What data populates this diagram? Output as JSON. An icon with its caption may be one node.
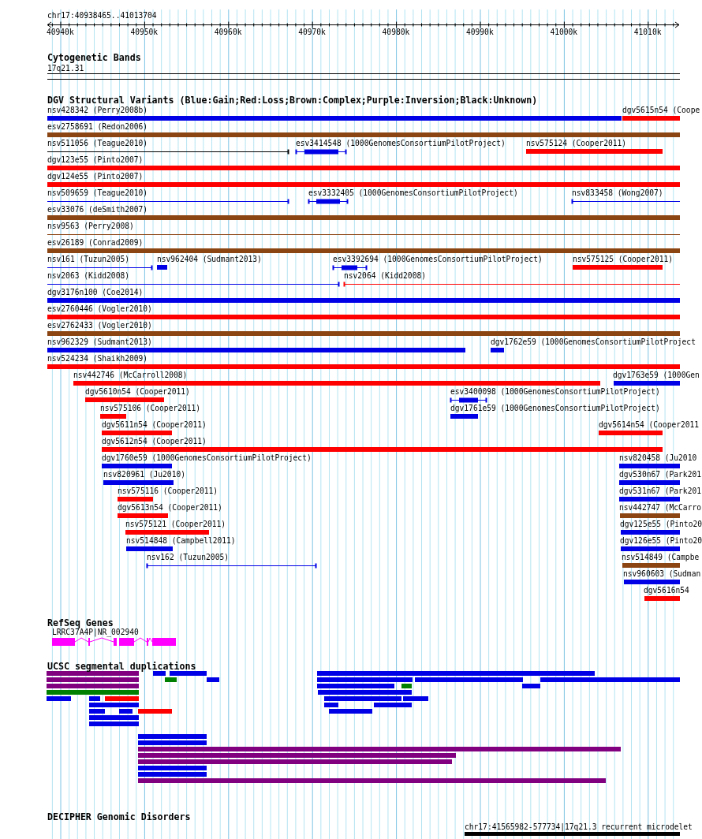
{
  "diagram": {
    "labels": [
      "chr17:40938465..41013704",
      "40940k",
      "40950k",
      "40960k",
      "40970k",
      "40980k",
      "40990k",
      "41000k",
      "41010k",
      "Cytogenetic Bands",
      "17q21.31",
      "DGV Structural Variants (Blue:Gain;Red:Loss;Brown:Complex;Purple:Inversion;Black:Unknown)",
      "nsv428342 (Perry2008b)",
      "dgv5615n54 (Coope",
      "esv2758691 (Redon2006)",
      "nsv511056 (Teague2010)",
      "esv3414548 (1000GenomesConsortiumPilotProject)",
      "nsv575124 (Cooper2011)",
      "dgv123e55 (Pinto2007)",
      "dgv124e55 (Pinto2007)",
      "nsv509659 (Teague2010)",
      "esv3332405 (1000GenomesConsortiumPilotProject)",
      "nsv833458 (Wong2007)",
      "esv33076 (deSmith2007)",
      "nsv9563 (Perry2008)",
      "esv26189 (Conrad2009)",
      "nsv161 (Tuzun2005)",
      "nsv962404 (Sudmant2013)",
      "esv3392694 (1000GenomesConsortiumPilotProject)",
      "nsv575125 (Cooper2011)",
      "nsv2063 (Kidd2008)",
      "nsv2064 (Kidd2008)",
      "dgv3176n100 (Coe2014)",
      "esv2760446 (Vogler2010)",
      "esv2762433 (Vogler2010)",
      "nsv962329 (Sudmant2013)",
      "dgv1762e59 (1000GenomesConsortiumPilotProject",
      "nsv524234 (Shaikh2009)",
      "nsv442746 (McCarroll2008)",
      "dgv1763e59 (1000Gen",
      "dgv5610n54 (Cooper2011)",
      "esv3400098 (1000GenomesConsortiumPilotProject)",
      "nsv575106 (Cooper2011)",
      "dgv1761e59 (1000GenomesConsortiumPilotProject)",
      "dgv5611n54 (Cooper2011)",
      "dgv5614n54 (Cooper2011",
      "dgv5612n54 (Cooper2011)",
      "dgv1760e59 (1000GenomesConsortiumPilotProject)",
      "nsv820458 (Ju2010",
      "nsv820961 (Ju2010)",
      "dgv530n67 (Park201",
      "nsv575116 (Cooper2011)",
      "dgv531n67 (Park201",
      "dgv5613n54 (Cooper2011)",
      "nsv442747 (McCarro",
      "nsv575121 (Cooper2011)",
      "dgv125e55 (Pinto20",
      "nsv514848 (Campbell2011)",
      "dgv126e55 (Pinto20",
      "nsv162 (Tuzun2005)",
      "nsv514849 (Campbe",
      "nsv960603 (Sudman",
      "dgv5616n54",
      "RefSeq Genes",
      "LRRC37A4P|NR_002940",
      "UCSC segmental duplications",
      "DECIPHER Genomic Disorders",
      "chr17:41565982-577734|17q21.3 recurrent microdelet"
    ]
  }
}
